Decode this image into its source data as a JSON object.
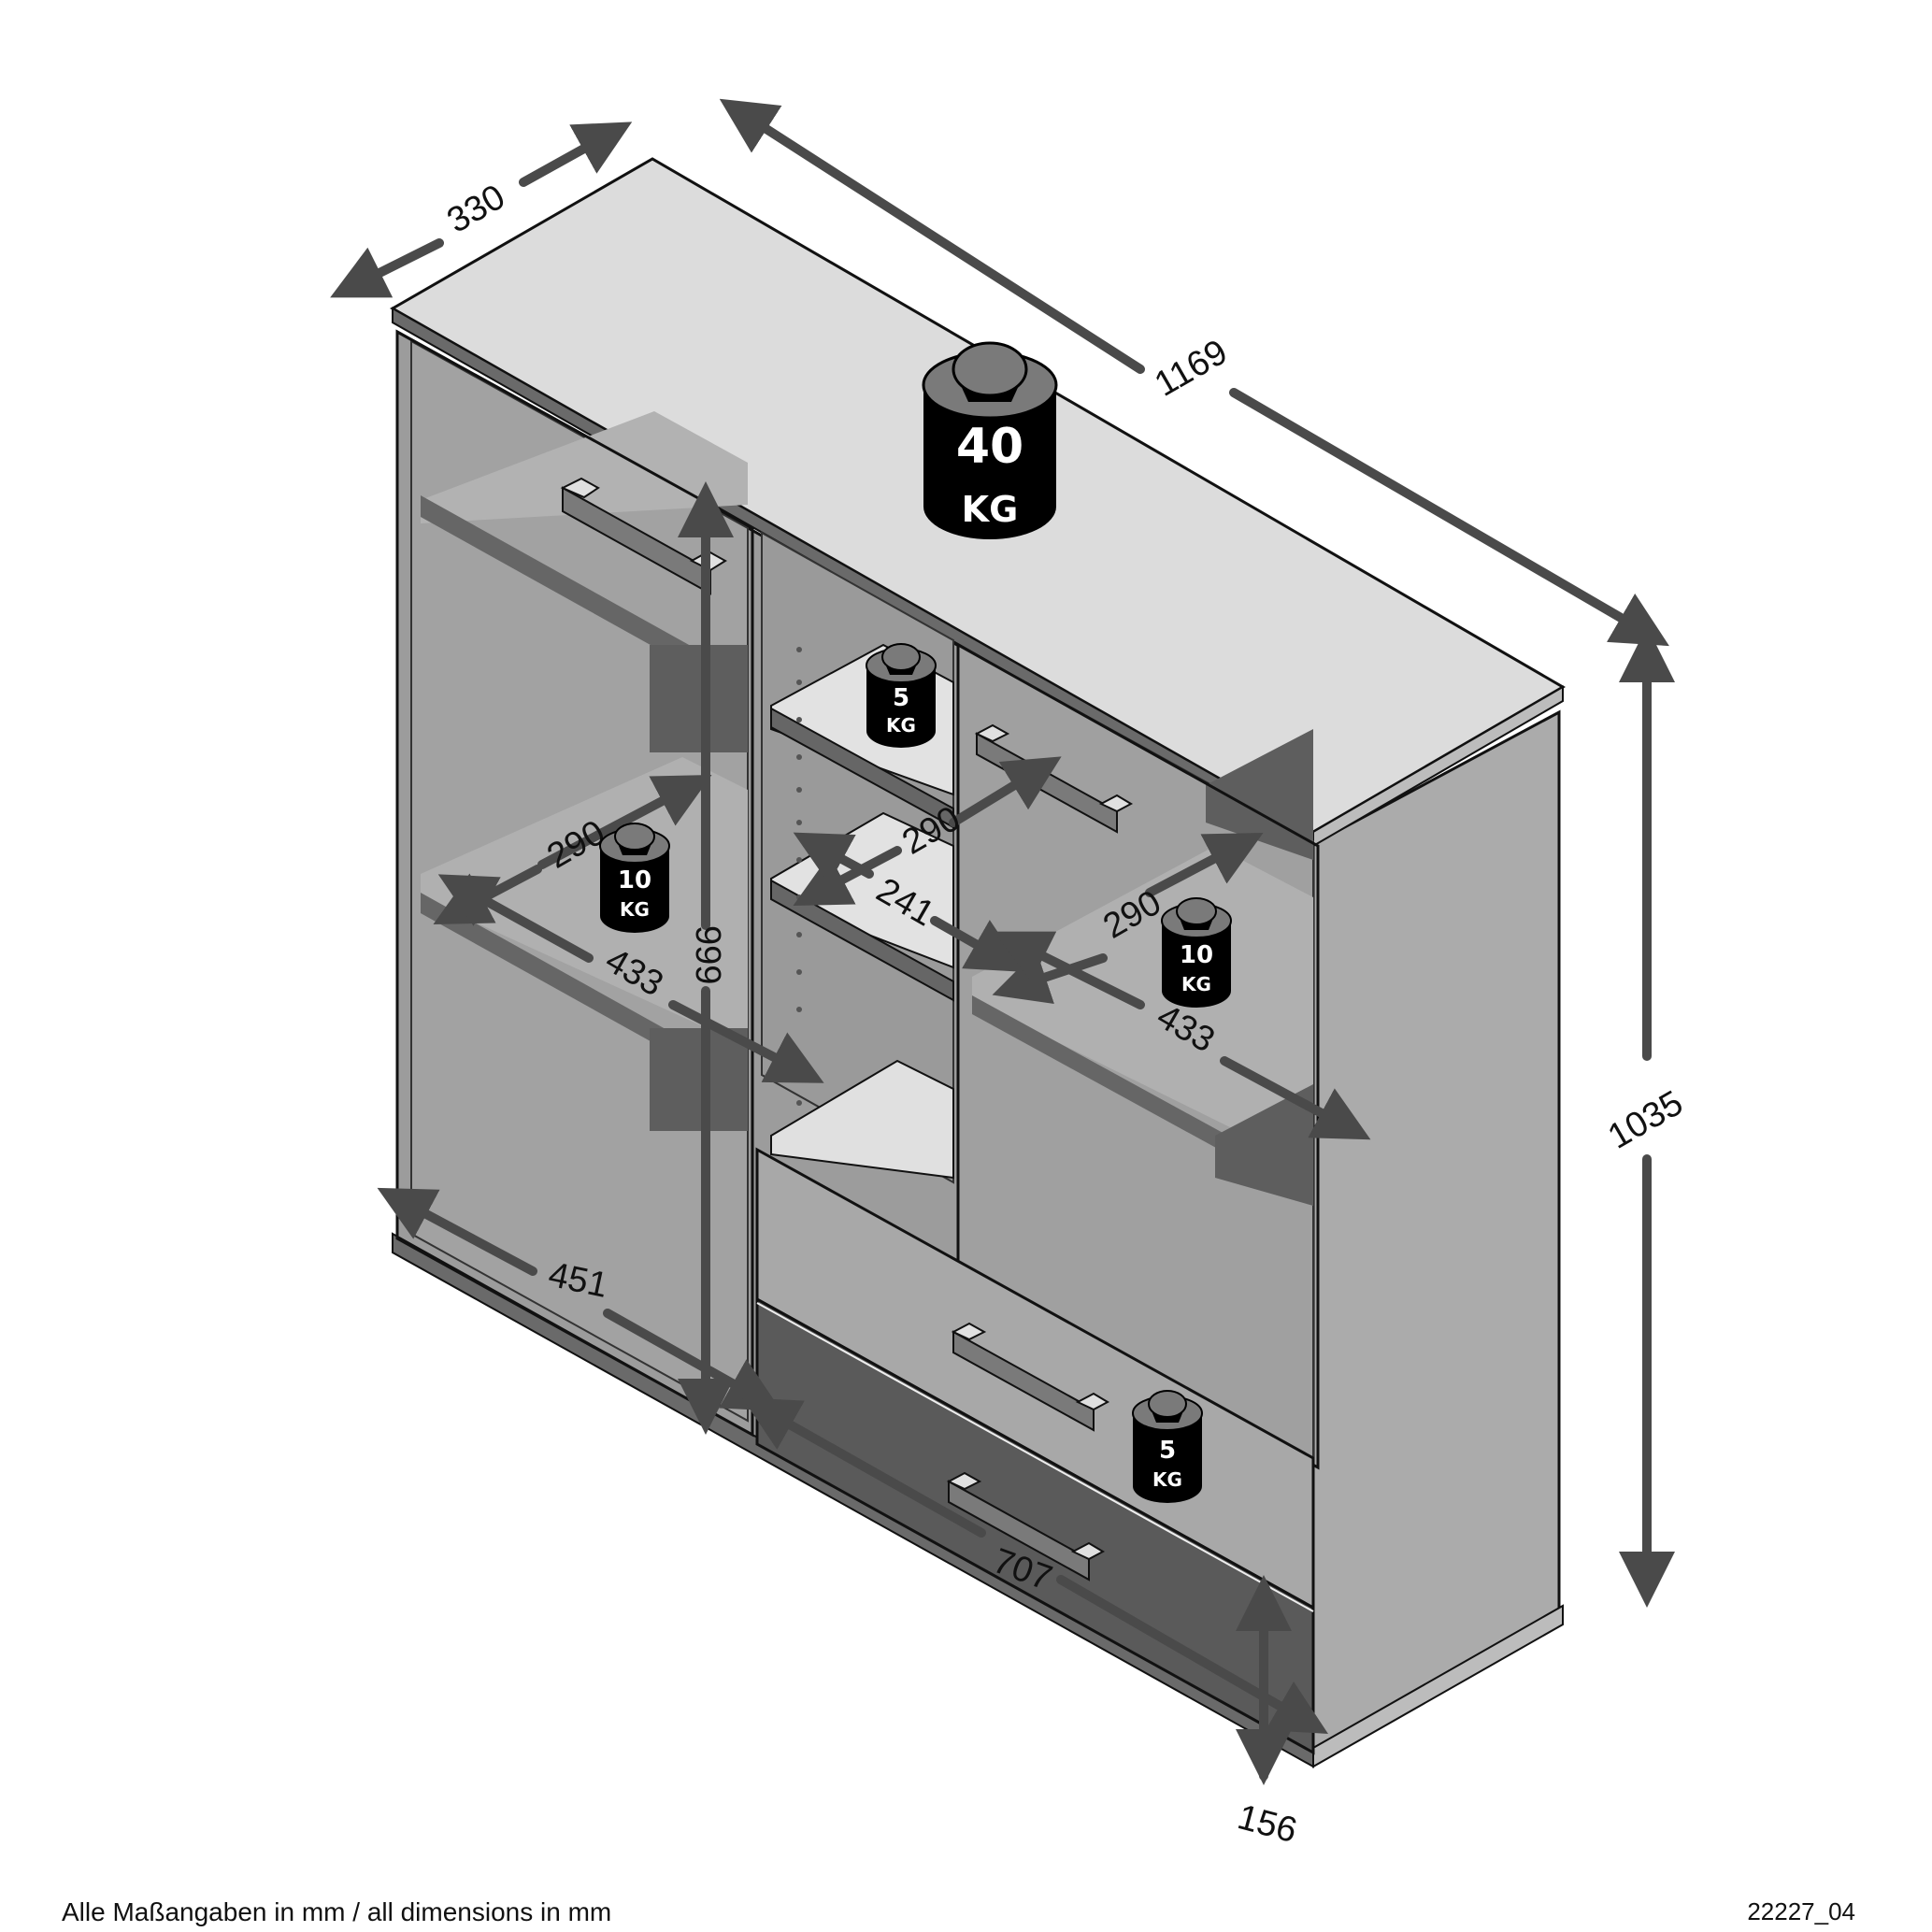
{
  "diagram": {
    "type": "isometric-furniture-dimension-drawing",
    "subject": "sideboard with two glass doors, open center shelves and two drawers",
    "dimensions_mm": {
      "depth": "330",
      "width": "1169",
      "height": "1035",
      "left_interior_height": "999",
      "left_shelf_depth": "290",
      "left_shelf_width": "433",
      "left_bottom_width": "451",
      "center_shelf_depth": "290",
      "center_shelf_width": "241",
      "right_shelf_depth": "290",
      "right_shelf_width": "433",
      "drawer_width": "707",
      "drawer_height": "156"
    },
    "load_ratings": [
      {
        "id": "top",
        "value": "40",
        "unit": "KG"
      },
      {
        "id": "center-shelf",
        "value": "5",
        "unit": "KG"
      },
      {
        "id": "left-shelf",
        "value": "10",
        "unit": "KG"
      },
      {
        "id": "right-shelf",
        "value": "10",
        "unit": "KG"
      },
      {
        "id": "drawer",
        "value": "5",
        "unit": "KG"
      }
    ],
    "colors": {
      "top": "#dcdcdc",
      "side": "#a8a8a8",
      "interior": "#9a9a9a",
      "dark": "#5a5a5a",
      "arrow": "#4a4a4a",
      "weight": "#000000",
      "weight_cap": "#7a7a7a"
    }
  },
  "footer": {
    "note": "Alle Maßangaben in mm / all dimensions in mm",
    "code": "22227_04"
  }
}
